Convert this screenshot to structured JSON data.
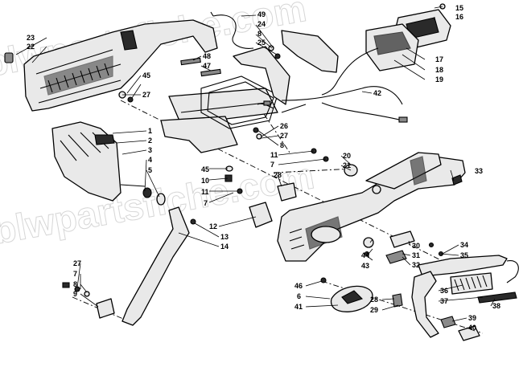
{
  "watermark": "blwpartsfiche.com",
  "callouts": [
    {
      "id": "c1",
      "text": "1"
    },
    {
      "id": "c2",
      "text": "2"
    },
    {
      "id": "c3",
      "text": "3"
    },
    {
      "id": "c4",
      "text": "4"
    },
    {
      "id": "c5",
      "text": "5"
    },
    {
      "id": "c6",
      "text": "6"
    },
    {
      "id": "c7a",
      "text": "7"
    },
    {
      "id": "c7b",
      "text": "7"
    },
    {
      "id": "c7c",
      "text": "7"
    },
    {
      "id": "c8a",
      "text": "8"
    },
    {
      "id": "c8b",
      "text": "8"
    },
    {
      "id": "c8c",
      "text": "8"
    },
    {
      "id": "c9",
      "text": "9"
    },
    {
      "id": "c10",
      "text": "10"
    },
    {
      "id": "c11a",
      "text": "11"
    },
    {
      "id": "c11b",
      "text": "11"
    },
    {
      "id": "c12",
      "text": "12"
    },
    {
      "id": "c13",
      "text": "13"
    },
    {
      "id": "c14",
      "text": "14"
    },
    {
      "id": "c15",
      "text": "15"
    },
    {
      "id": "c16",
      "text": "16"
    },
    {
      "id": "c17",
      "text": "17"
    },
    {
      "id": "c18",
      "text": "18"
    },
    {
      "id": "c19",
      "text": "19"
    },
    {
      "id": "c20",
      "text": "20"
    },
    {
      "id": "c21",
      "text": "21"
    },
    {
      "id": "c22",
      "text": "22"
    },
    {
      "id": "c23",
      "text": "23"
    },
    {
      "id": "c24",
      "text": "24"
    },
    {
      "id": "c25",
      "text": "25"
    },
    {
      "id": "c26",
      "text": "26"
    },
    {
      "id": "c27a",
      "text": "27"
    },
    {
      "id": "c27b",
      "text": "27"
    },
    {
      "id": "c27c",
      "text": "27"
    },
    {
      "id": "c28a",
      "text": "28"
    },
    {
      "id": "c28b",
      "text": "28"
    },
    {
      "id": "c29",
      "text": "29"
    },
    {
      "id": "c30",
      "text": "30"
    },
    {
      "id": "c31",
      "text": "31"
    },
    {
      "id": "c32",
      "text": "32"
    },
    {
      "id": "c33",
      "text": "33"
    },
    {
      "id": "c34",
      "text": "34"
    },
    {
      "id": "c35",
      "text": "35"
    },
    {
      "id": "c36",
      "text": "36"
    },
    {
      "id": "c37",
      "text": "37"
    },
    {
      "id": "c38",
      "text": "38"
    },
    {
      "id": "c39",
      "text": "39"
    },
    {
      "id": "c40",
      "text": "40"
    },
    {
      "id": "c41",
      "text": "41"
    },
    {
      "id": "c42",
      "text": "42"
    },
    {
      "id": "c43",
      "text": "43"
    },
    {
      "id": "c44",
      "text": "44"
    },
    {
      "id": "c45a",
      "text": "45"
    },
    {
      "id": "c45b",
      "text": "45"
    },
    {
      "id": "c46",
      "text": "46"
    },
    {
      "id": "c47",
      "text": "47"
    },
    {
      "id": "c48",
      "text": "48"
    },
    {
      "id": "c49",
      "text": "49"
    }
  ]
}
